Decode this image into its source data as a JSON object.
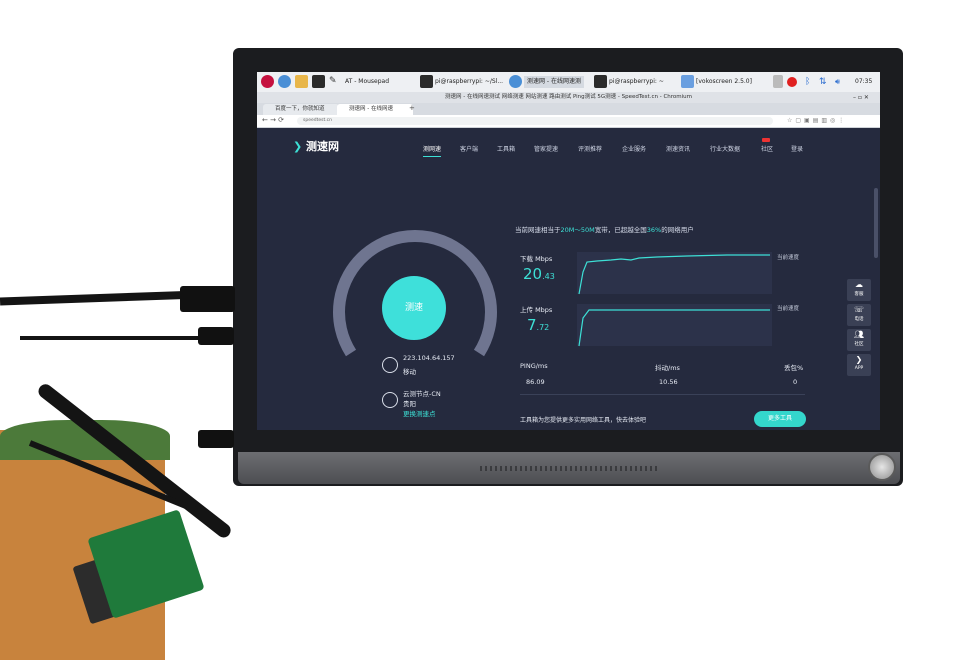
{
  "taskbar": {
    "items": [
      "AT - Mousepad",
      "pi@raspberrypi: ~/Sl...",
      "测速网 - 在线网速测",
      "pi@raspberrypi: ~",
      "[vokoscreen 2.5.0]"
    ],
    "clock": "07:35"
  },
  "browser": {
    "window_title": "测速网 - 在线网速测试 网络测速 网站测速 路由测试 Ping测试 5G测速 - SpeedTest.cn - Chromium",
    "tabs": [
      "百度一下，你就知道",
      "测速网 - 在线网速"
    ],
    "url": "speedtest.cn"
  },
  "site": {
    "logo": "测速网",
    "nav": [
      "测网速",
      "客户端",
      "工具箱",
      "管家提速",
      "评测推荐",
      "企业服务",
      "测速资讯",
      "行业大数据",
      "社区",
      "登录"
    ],
    "headline_pre": "当前网速相当于",
    "headline_speed": "20M～50M",
    "headline_mid": "宽带，已超越全国",
    "headline_pct": "36%",
    "headline_post": "的网络用户",
    "start_button": "测速",
    "download_label": "下载 Mbps",
    "download_int": "20",
    "download_dec": ".43",
    "upload_label": "上传 Mbps",
    "upload_int": "7",
    "upload_dec": ".72",
    "current_speed_label": "当前速度",
    "ping_label": "PING/ms",
    "jitter_label": "抖动/ms",
    "loss_label": "丢包%",
    "ping_value": "86.09",
    "jitter_value": "10.56",
    "loss_value": "0",
    "ip": "223.104.64.157",
    "isp": "移动",
    "node": "云测节点-CN",
    "node_city": "贵阳",
    "change_node": "更换测速点",
    "tools_text": "工具箱为您提供更多实用网络工具，快去体验吧",
    "more_tools": "更多工具",
    "side_items": [
      "客服",
      "电话",
      "社区",
      "APP"
    ]
  },
  "colors": {
    "accent": "#3de0d6",
    "page_bg": "#252a3e"
  }
}
